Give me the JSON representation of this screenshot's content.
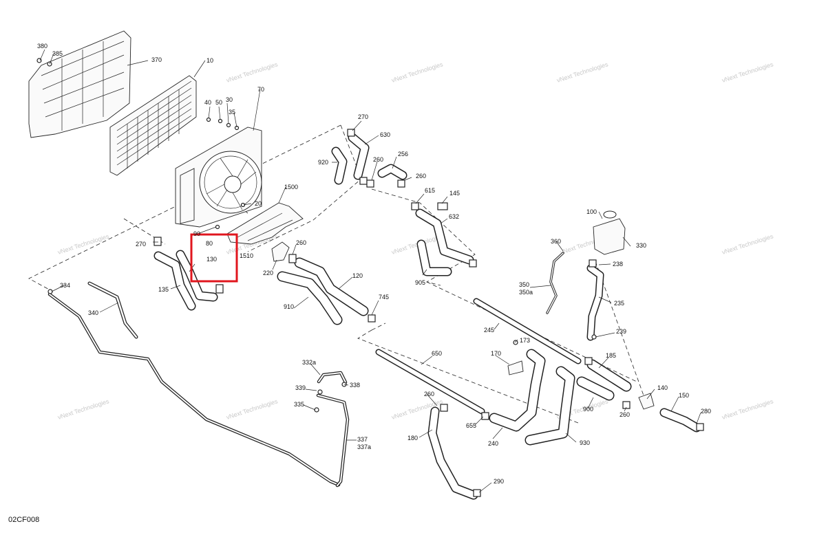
{
  "diagram": {
    "code": "02CF008",
    "watermark": "vNext Technologies",
    "highlight_color": "#e0161e",
    "callouts": [
      {
        "id": "380"
      },
      {
        "id": "385"
      },
      {
        "id": "370"
      },
      {
        "id": "10"
      },
      {
        "id": "70"
      },
      {
        "id": "40"
      },
      {
        "id": "50"
      },
      {
        "id": "30"
      },
      {
        "id": "35"
      },
      {
        "id": "20"
      },
      {
        "id": "1500"
      },
      {
        "id": "90"
      },
      {
        "id": "80"
      },
      {
        "id": "1510"
      },
      {
        "id": "130"
      },
      {
        "id": "270"
      },
      {
        "id": "135"
      },
      {
        "id": "334"
      },
      {
        "id": "340"
      },
      {
        "id": "220"
      },
      {
        "id": "260"
      },
      {
        "id": "910"
      },
      {
        "id": "120"
      },
      {
        "id": "745"
      },
      {
        "id": "920"
      },
      {
        "id": "630"
      },
      {
        "id": "256"
      },
      {
        "id": "615"
      },
      {
        "id": "145"
      },
      {
        "id": "632"
      },
      {
        "id": "905"
      },
      {
        "id": "100"
      },
      {
        "id": "360"
      },
      {
        "id": "330"
      },
      {
        "id": "238"
      },
      {
        "id": "350"
      },
      {
        "id": "350a"
      },
      {
        "id": "235"
      },
      {
        "id": "239"
      },
      {
        "id": "245"
      },
      {
        "id": "173"
      },
      {
        "id": "170"
      },
      {
        "id": "650"
      },
      {
        "id": "332a"
      },
      {
        "id": "338"
      },
      {
        "id": "339"
      },
      {
        "id": "335"
      },
      {
        "id": "337"
      },
      {
        "id": "337a"
      },
      {
        "id": "180"
      },
      {
        "id": "655"
      },
      {
        "id": "240"
      },
      {
        "id": "290"
      },
      {
        "id": "930"
      },
      {
        "id": "900"
      },
      {
        "id": "185"
      },
      {
        "id": "140"
      },
      {
        "id": "150"
      },
      {
        "id": "280"
      }
    ],
    "repeat_labels": {
      "label_270": "270",
      "label_260": "260"
    }
  }
}
